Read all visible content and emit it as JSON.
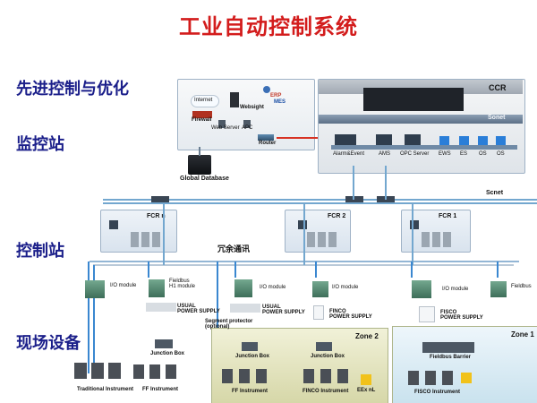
{
  "title": "工业自动控制系统",
  "levels": {
    "advanced": "先进控制与优化",
    "monitor": "监控站",
    "control": "控制站",
    "field": "现场设备"
  },
  "it_panel": {
    "internet": "Internet",
    "firewall": "Firewall",
    "websight": "Websight",
    "erp": "ERP",
    "mes": "MES",
    "web_server": "Web Server",
    "apc": "APC",
    "router": "Router",
    "global_db": "Global Database"
  },
  "ccr": {
    "label": "CCR",
    "sonet": "Sonet",
    "stations": [
      "Alarm&Event",
      "AMS",
      "OPC Server",
      "EWS",
      "ES",
      "OS",
      "OS"
    ]
  },
  "network": {
    "scnet": "Scnet",
    "redundant": "冗余通讯"
  },
  "fcr": [
    "FCR n",
    "FCR 2",
    "FCR 1"
  ],
  "field_left": {
    "io_module": "I/O module",
    "fieldbus_h1": "Fieldbus\nH1 module",
    "usual_power": "USUAL\nPOWER SUPPLY",
    "junction_box": "Junction Box",
    "traditional": "Traditional  Instrument",
    "ff": "FF Instrument"
  },
  "field_mid": {
    "io_module1": "I/O module",
    "io_module2": "I/O module",
    "usual_power": "USUAL\nPOWER SUPPLY",
    "segment_protector": "Segment protector\n(optional)",
    "finco_power": "FINCO\nPOWER SUPPLY",
    "zone": "Zone 2",
    "junction_box1": "Junction Box",
    "junction_box2": "Junction Box",
    "ff": "FF Instrument",
    "finco": "FINCO Instrument",
    "exnl": "EEx nL"
  },
  "field_right": {
    "io_module": "I/O module",
    "fieldbus": "Fieldbus",
    "fisco_power": "FISCO\nPOWER SUPPLY",
    "zone": "Zone 1",
    "barrier": "Fieldbus Barrier",
    "fisco": "FISCO Instrument"
  },
  "colors": {
    "title": "#d31c1c",
    "levels": "#1b1f8a",
    "network": "#73a7cf",
    "field_blue": "#3a87d0",
    "field_green": "#2d8f6b"
  }
}
